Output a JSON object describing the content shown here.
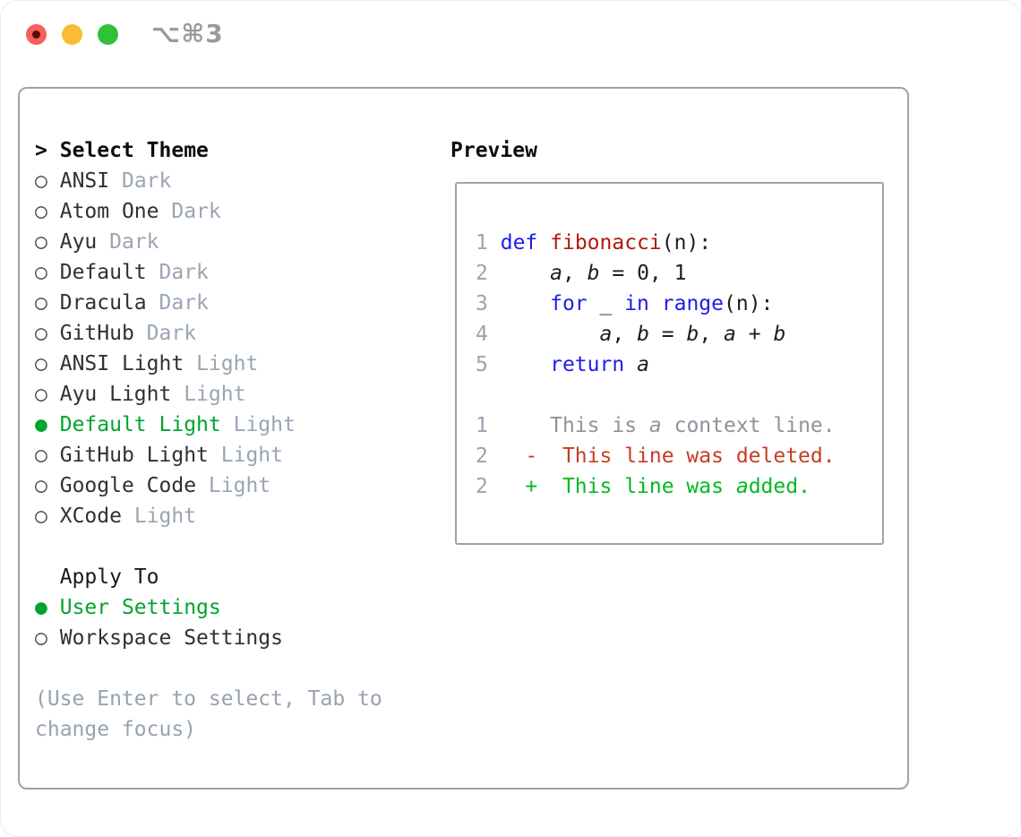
{
  "window": {
    "shortcut_title": "⌥⌘3",
    "traffic_lights": [
      "close",
      "minimize",
      "zoom"
    ]
  },
  "colors": {
    "selected_green": "#00a42f",
    "added_green": "#00ba1e",
    "deleted_red": "#c63d22",
    "keyword_blue": "#1d1ceb",
    "function_red": "#b0190f",
    "muted_gray": "#9aa5b3",
    "border_gray": "#9aa3af"
  },
  "theme_menu": {
    "cursor": ">",
    "title": "Select Theme",
    "items": [
      {
        "name": "ANSI",
        "variant": "Dark",
        "selected": false
      },
      {
        "name": "Atom One",
        "variant": "Dark",
        "selected": false
      },
      {
        "name": "Ayu",
        "variant": "Dark",
        "selected": false
      },
      {
        "name": "Default",
        "variant": "Dark",
        "selected": false
      },
      {
        "name": "Dracula",
        "variant": "Dark",
        "selected": false
      },
      {
        "name": "GitHub",
        "variant": "Dark",
        "selected": false
      },
      {
        "name": "ANSI Light",
        "variant": "Light",
        "selected": false
      },
      {
        "name": "Ayu Light",
        "variant": "Light",
        "selected": false
      },
      {
        "name": "Default Light",
        "variant": "Light",
        "selected": true
      },
      {
        "name": "GitHub Light",
        "variant": "Light",
        "selected": false
      },
      {
        "name": "Google Code",
        "variant": "Light",
        "selected": false
      },
      {
        "name": "XCode",
        "variant": "Light",
        "selected": false
      }
    ]
  },
  "apply_to": {
    "title": "Apply To",
    "options": [
      {
        "label": "User Settings",
        "selected": true
      },
      {
        "label": "Workspace Settings",
        "selected": false
      }
    ]
  },
  "hint_lines": [
    "(Use Enter to select, Tab to",
    "change focus)"
  ],
  "preview": {
    "title": "Preview",
    "lines": [
      {
        "num": "",
        "segments": []
      },
      {
        "num": "1",
        "segments": [
          {
            "t": "def",
            "c": "kw"
          },
          {
            "t": " ",
            "c": "pl"
          },
          {
            "t": "fibonacci",
            "c": "fn"
          },
          {
            "t": "(n):",
            "c": "pl"
          }
        ]
      },
      {
        "num": "2",
        "segments": [
          {
            "t": "    ",
            "c": "pl"
          },
          {
            "t": "a",
            "c": "va"
          },
          {
            "t": ", ",
            "c": "pl"
          },
          {
            "t": "b",
            "c": "va"
          },
          {
            "t": " = 0, 1",
            "c": "pl"
          }
        ]
      },
      {
        "num": "3",
        "segments": [
          {
            "t": "    ",
            "c": "pl"
          },
          {
            "t": "for",
            "c": "kw"
          },
          {
            "t": " _ ",
            "c": "pl"
          },
          {
            "t": "in",
            "c": "kw"
          },
          {
            "t": " ",
            "c": "pl"
          },
          {
            "t": "range",
            "c": "kw"
          },
          {
            "t": "(n):",
            "c": "pl"
          }
        ]
      },
      {
        "num": "4",
        "segments": [
          {
            "t": "        ",
            "c": "pl"
          },
          {
            "t": "a",
            "c": "va"
          },
          {
            "t": ", ",
            "c": "pl"
          },
          {
            "t": "b",
            "c": "va"
          },
          {
            "t": " = ",
            "c": "pl"
          },
          {
            "t": "b",
            "c": "va"
          },
          {
            "t": ", ",
            "c": "pl"
          },
          {
            "t": "a",
            "c": "va"
          },
          {
            "t": " + ",
            "c": "pl"
          },
          {
            "t": "b",
            "c": "va"
          }
        ]
      },
      {
        "num": "5",
        "segments": [
          {
            "t": "    ",
            "c": "pl"
          },
          {
            "t": "return",
            "c": "kw"
          },
          {
            "t": " ",
            "c": "pl"
          },
          {
            "t": "a",
            "c": "va"
          }
        ]
      },
      {
        "num": "",
        "segments": []
      },
      {
        "num": "1",
        "segments": [
          {
            "t": "    This is ",
            "c": "ctx"
          },
          {
            "t": "a",
            "c": "ctxi"
          },
          {
            "t": " context line.",
            "c": "ctx"
          }
        ]
      },
      {
        "num": "2",
        "segments": [
          {
            "t": "  ",
            "c": "pl"
          },
          {
            "t": "-  This line was deleted.",
            "c": "del"
          }
        ]
      },
      {
        "num": "2",
        "segments": [
          {
            "t": "  ",
            "c": "pl"
          },
          {
            "t": "+  This line was ",
            "c": "add"
          },
          {
            "t": "a",
            "c": "addi"
          },
          {
            "t": "dded.",
            "c": "add"
          }
        ]
      }
    ]
  }
}
